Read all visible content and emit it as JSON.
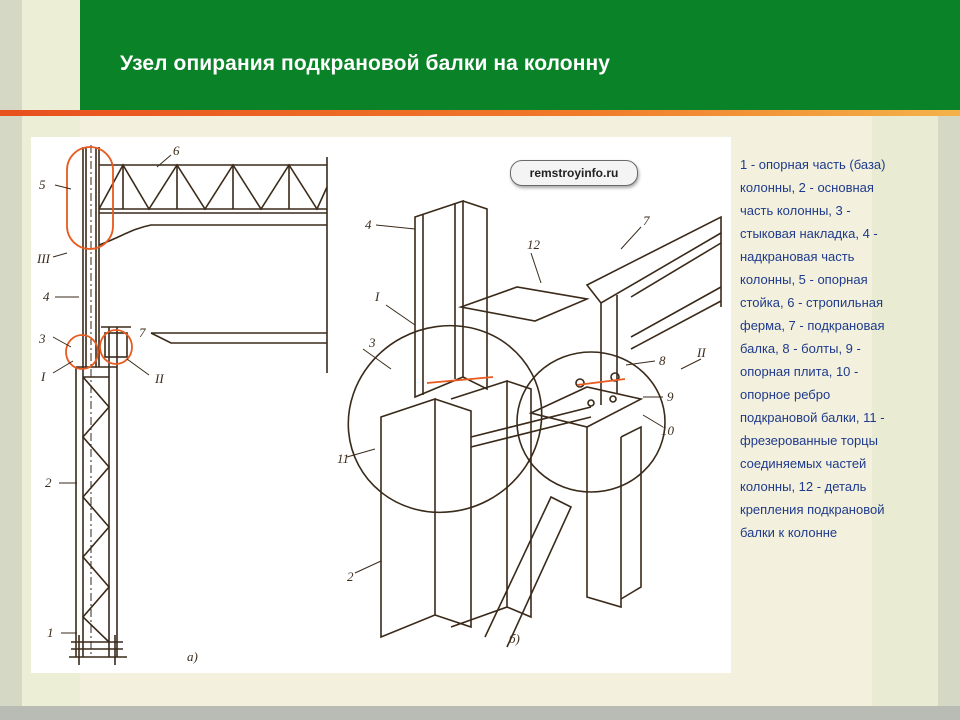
{
  "slide": {
    "title": "Узел опирания подкрановой балки на колонну"
  },
  "figure": {
    "watermark": "remstroyinfo.ru",
    "labels_a": {
      "n1": "1",
      "n2": "2",
      "n3": "3",
      "n4": "4",
      "n5": "5",
      "n6": "6",
      "n7": "7",
      "roman1": "I",
      "roman2": "II",
      "roman3": "III",
      "panel": "а)"
    },
    "labels_b": {
      "n2": "2",
      "n3": "3",
      "n4": "4",
      "n7": "7",
      "n8": "8",
      "n9": "9",
      "n10": "10",
      "n11": "11",
      "n12": "12",
      "roman1": "I",
      "roman2": "II",
      "panel": "б)"
    }
  },
  "caption": {
    "text": "1 - опорная часть (база) колонны, 2 - основная часть колонны, 3 - стыковая накладка, 4 - надкрановая часть колонны, 5 - опорная стойка, 6 - стропильная ферма, 7 - подкрановая балка, 8 - болты, 9 - опорная плита, 10 - опорное ребро подкрановой балки, 11 - фрезерованные торцы соединяемых частей колонны, 12 - деталь крепления подкрановой балки к колонне"
  },
  "colors": {
    "header": "#0a8228",
    "accent": "#e8501e",
    "caption_text": "#1f3a8c",
    "drawing_ink": "#3a2a1a",
    "highlight": "#e85a1e"
  }
}
